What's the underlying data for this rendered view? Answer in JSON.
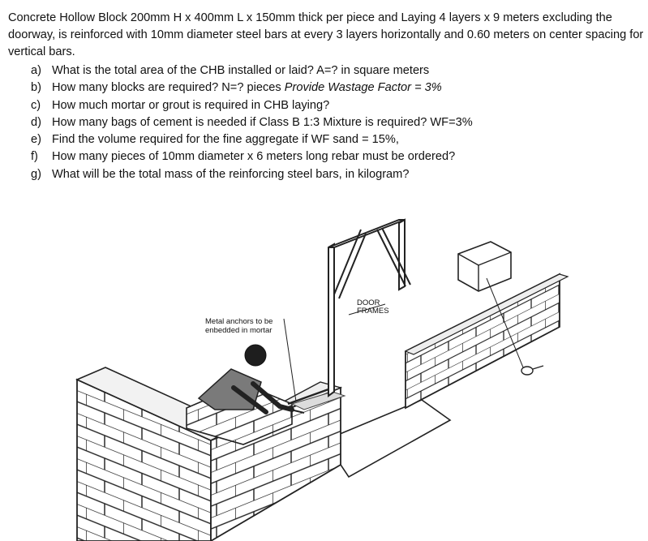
{
  "problem": {
    "intro": "Concrete Hollow Block 200mm H x 400mm L x 150mm thick per piece and Laying 4 layers x 9 meters excluding the doorway, is reinforced with 10mm diameter steel bars at every 3 layers horizontally and 0.60 meters on center spacing for vertical bars.",
    "items": [
      {
        "letter": "a)",
        "text": "What is the total area of the CHB installed or laid? A=? in square meters",
        "note": ""
      },
      {
        "letter": "b)",
        "text": "How many blocks are required? N=? pieces ",
        "note": "Provide Wastage Factor = 3%"
      },
      {
        "letter": "c)",
        "text": "How much mortar or grout is required in CHB laying?",
        "note": ""
      },
      {
        "letter": "d)",
        "text": "How many bags of cement is needed if Class B 1:3 Mixture is required? WF=3%",
        "note": ""
      },
      {
        "letter": "e)",
        "text": "Find the volume required for the fine aggregate if WF sand = 15%,",
        "note": ""
      },
      {
        "letter": "f)",
        "text": "How many pieces of 10mm diameter x 6 meters long rebar must be ordered?",
        "note": ""
      },
      {
        "letter": "g)",
        "text": "What will be the total mass of the reinforcing steel bars, in kilogram?",
        "note": ""
      }
    ]
  },
  "figure": {
    "label_anchor_line1": "Metal anchors to be",
    "label_anchor_line2": "enbedded in mortar",
    "label_door_line1": "DOOR",
    "label_door_line2": "FRAMES"
  }
}
